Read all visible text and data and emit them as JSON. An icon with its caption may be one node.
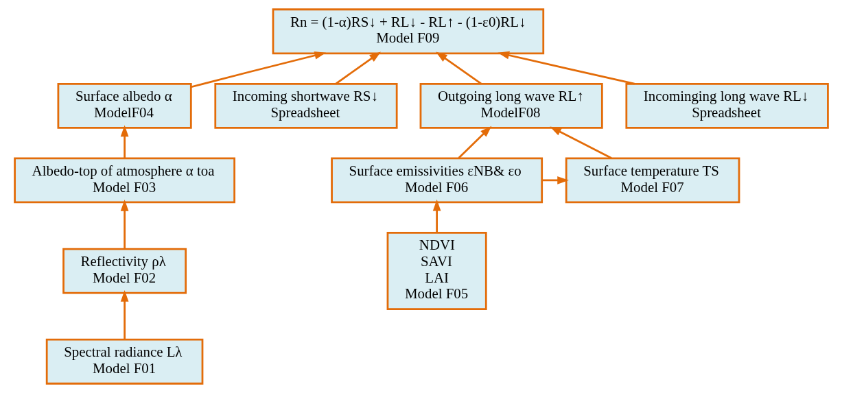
{
  "diagram": {
    "nodes": [
      {
        "text": [
          "Rn = (1-α)RS↓ + RL↓ - RL↑ - (1-ε0)RL↓",
          "Model F09"
        ]
      },
      {
        "text": [
          "Surface albedo α",
          "ModelF04"
        ]
      },
      {
        "text": [
          "Incoming shortwave RS↓",
          "Spreadsheet"
        ]
      },
      {
        "text": [
          "Outgoing long wave RL↑",
          "ModelF08"
        ]
      },
      {
        "text": [
          "Incominging long wave RL↓",
          "Spreadsheet"
        ]
      },
      {
        "text": [
          "Albedo-top of atmosphere α toa",
          "Model F03"
        ]
      },
      {
        "text": [
          "Surface emissivities εNB& εo",
          "Model F06"
        ]
      },
      {
        "text": [
          "Surface temperature TS",
          "Model F07"
        ]
      },
      {
        "text": [
          "Reflectivity ρλ",
          "Model F02"
        ]
      },
      {
        "text": [
          "NDVI",
          "SAVI",
          "LAI",
          "Model F05"
        ]
      },
      {
        "text": [
          "Spectral radiance Lλ",
          "Model F01"
        ]
      }
    ],
    "edges": [
      {
        "from": 1,
        "to": 0,
        "arrow": "to"
      },
      {
        "from": 2,
        "to": 0,
        "arrow": "to"
      },
      {
        "from": 3,
        "to": 0,
        "arrow": "to"
      },
      {
        "from": 4,
        "to": 0,
        "arrow": "to"
      },
      {
        "from": 5,
        "to": 1,
        "arrow": "to"
      },
      {
        "from": 6,
        "to": 3,
        "arrow": "to"
      },
      {
        "from": 7,
        "to": 3,
        "arrow": "to"
      },
      {
        "from": 6,
        "to": 7,
        "arrow": "to"
      },
      {
        "from": 8,
        "to": 5,
        "arrow": "to"
      },
      {
        "from": 9,
        "to": 6,
        "arrow": "to"
      },
      {
        "from": 10,
        "to": 8,
        "arrow": "to"
      }
    ]
  }
}
